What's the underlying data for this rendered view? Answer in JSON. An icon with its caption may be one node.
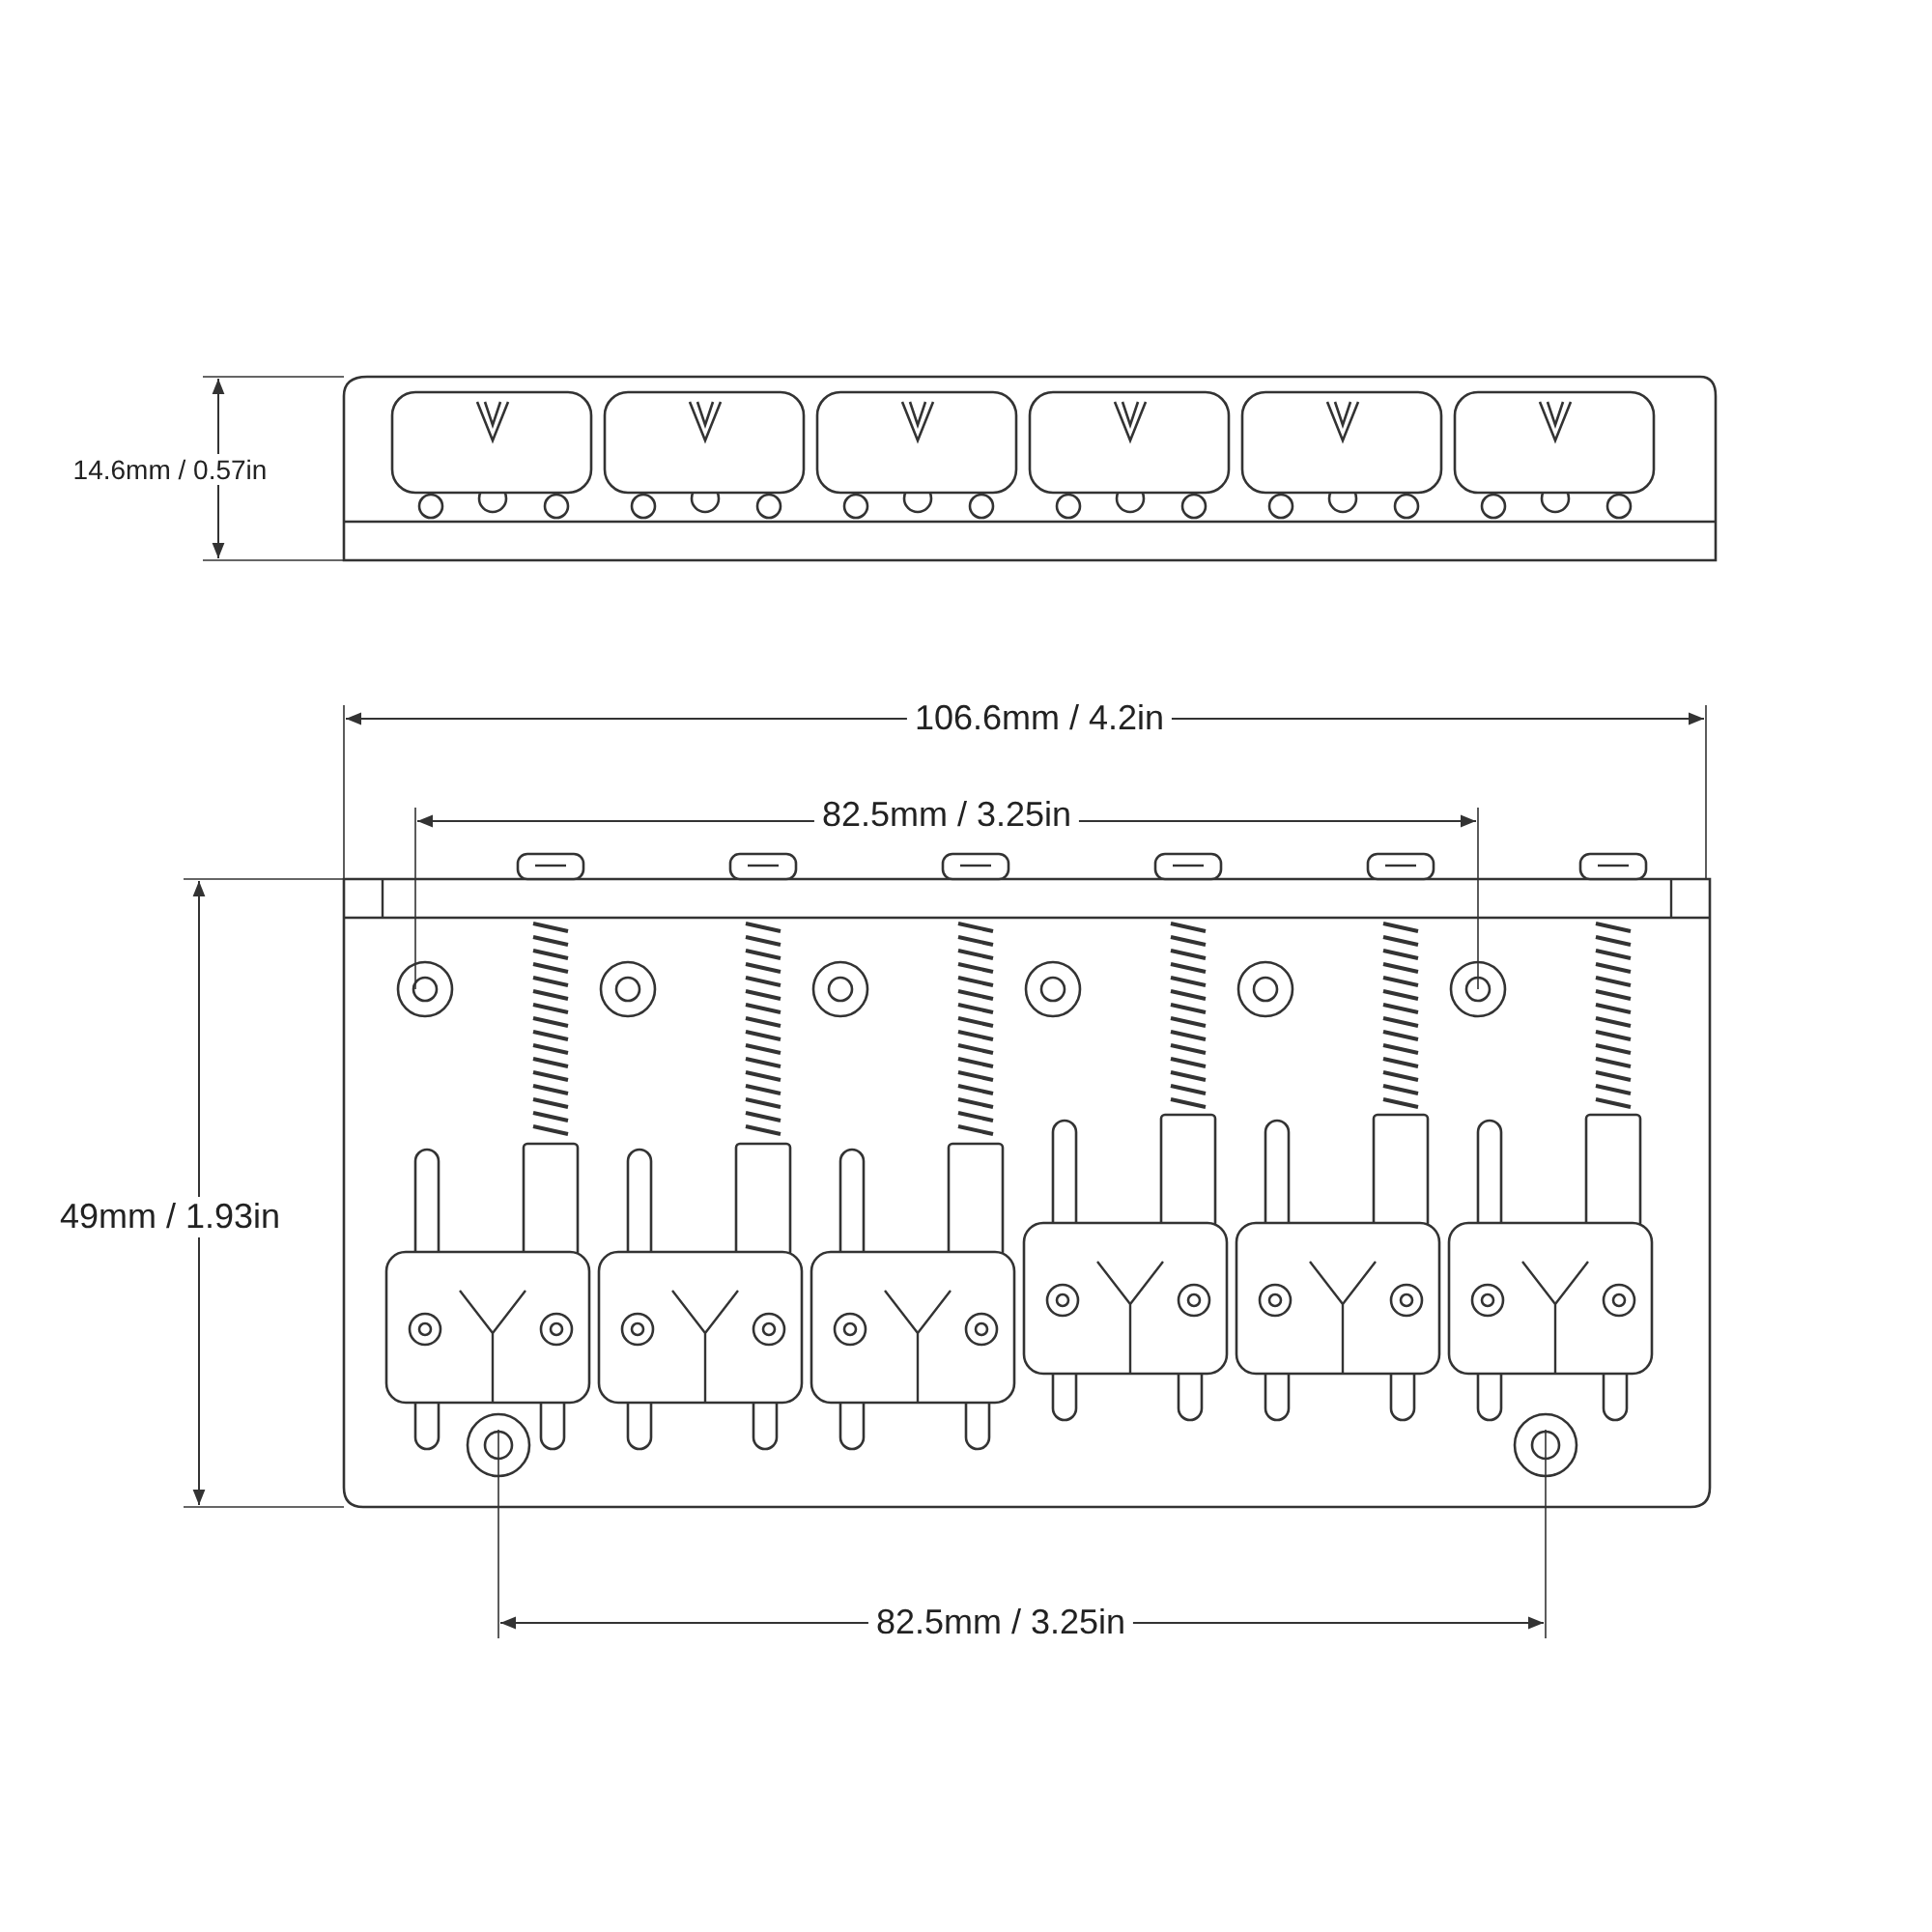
{
  "diagram": {
    "labels": [
      "14.6mm / 0.57in",
      "106.6mm / 4.2in",
      "82.5mm / 3.25in",
      "49mm / 1.93in",
      "82.5mm / 3.25in"
    ]
  }
}
